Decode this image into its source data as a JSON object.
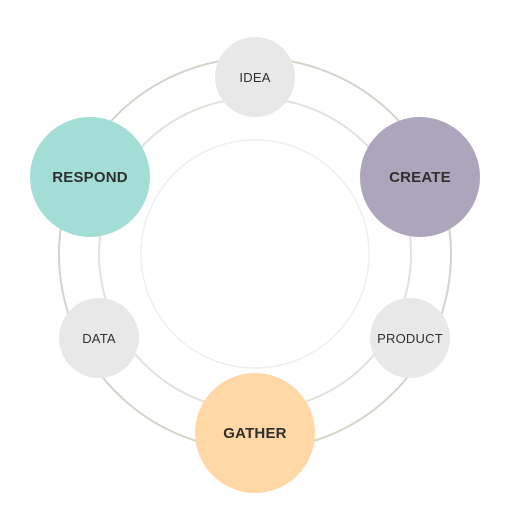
{
  "colors": {
    "outer_ring": "#d6d3cb",
    "middle_ring": "#e3e1dc",
    "inner_ring": "#efefef",
    "small_node_fill": "#e8e8e8",
    "create_fill": "#ada5bb",
    "respond_fill": "#a3ded6",
    "gather_fill": "#ffd8a6",
    "label_color": "#2f2f2f"
  },
  "nodes": {
    "idea": {
      "label": "IDEA"
    },
    "create": {
      "label": "CREATE"
    },
    "product": {
      "label": "PRODUCT"
    },
    "gather": {
      "label": "GATHER"
    },
    "data": {
      "label": "DATA"
    },
    "respond": {
      "label": "RESPOND"
    }
  }
}
